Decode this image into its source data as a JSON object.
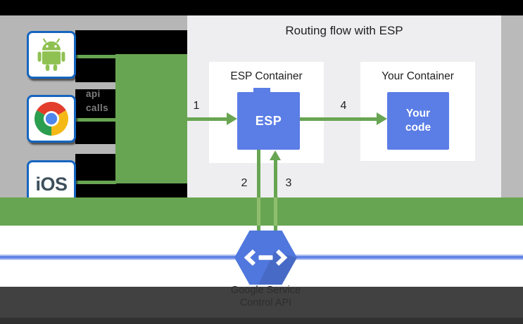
{
  "diagram": {
    "title": "Routing flow with ESP",
    "clients": [
      {
        "id": "android",
        "icon": "android-icon"
      },
      {
        "id": "chrome",
        "icon": "chrome-icon"
      },
      {
        "id": "ios",
        "label": "iOS"
      }
    ],
    "api_calls_label": {
      "line1": "api",
      "line2": "calls"
    },
    "esp_container": {
      "label": "ESP Container",
      "box_label": "ESP"
    },
    "your_container": {
      "label": "Your Container",
      "box_line1": "Your",
      "box_line2": "code"
    },
    "flow_steps": [
      "1",
      "2",
      "3",
      "4"
    ],
    "service": {
      "caption_line1": "Google Service",
      "caption_line2": "Control API",
      "icon": "cloud-endpoints-hexagon-icon"
    },
    "colors": {
      "green": "#68a552",
      "light_green": "#8fbf6e",
      "blue_box": "#5b7de6",
      "hexagon_blue": "#5077dd",
      "client_border_blue": "#1565c0",
      "panel_gray": "#eeeef0",
      "margin_gray": "#b6b6b6",
      "black": "#000000",
      "dark_band": "#414141",
      "blue_line": "#6385e6"
    }
  }
}
